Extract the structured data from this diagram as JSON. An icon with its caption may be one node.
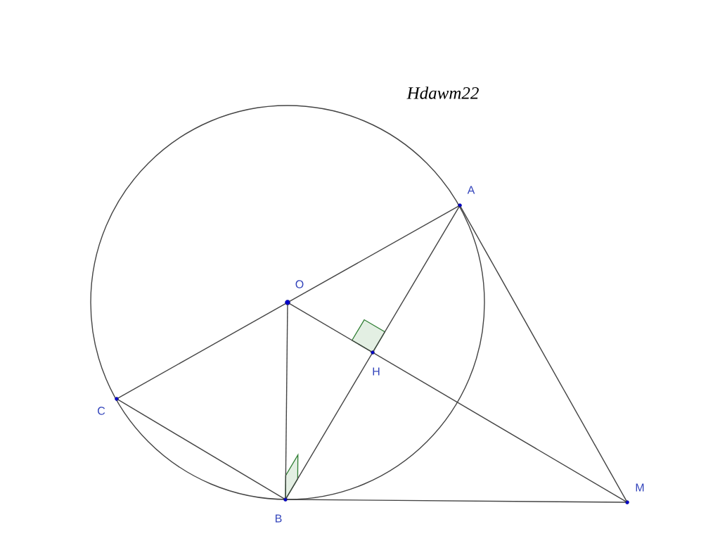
{
  "diagram": {
    "nodes": [
      {
        "text": [
          "A"
        ]
      },
      {
        "text": [
          "O"
        ]
      },
      {
        "text": [
          "H"
        ]
      },
      {
        "text": [
          "C"
        ]
      },
      {
        "text": [
          "B"
        ]
      },
      {
        "text": [
          "M"
        ]
      }
    ],
    "edges": [
      {
        "from": 1,
        "to": 0,
        "arrow": "none"
      },
      {
        "from": 1,
        "to": 3,
        "arrow": "none"
      },
      {
        "from": 1,
        "to": 4,
        "arrow": "none"
      },
      {
        "from": 1,
        "to": 2,
        "arrow": "none"
      },
      {
        "from": 2,
        "to": 5,
        "arrow": "none"
      },
      {
        "from": 0,
        "to": 2,
        "arrow": "none"
      },
      {
        "from": 2,
        "to": 4,
        "arrow": "none"
      },
      {
        "from": 3,
        "to": 4,
        "arrow": "none"
      },
      {
        "from": 4,
        "to": 5,
        "arrow": "none"
      },
      {
        "from": 0,
        "to": 5,
        "arrow": "none"
      }
    ],
    "labels": [
      "Hdawm22"
    ]
  }
}
